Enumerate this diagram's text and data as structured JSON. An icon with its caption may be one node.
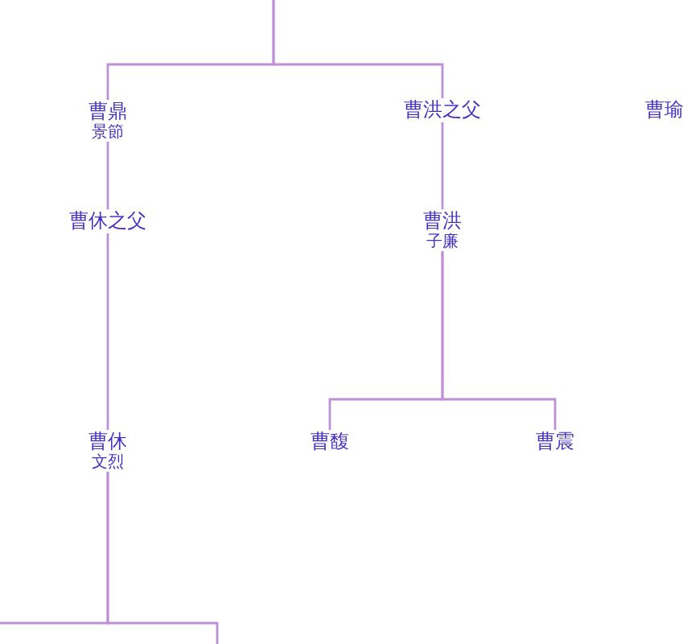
{
  "diagram": {
    "nodes": [
      {
        "text": [
          "曹鼎",
          "景節"
        ]
      },
      {
        "text": [
          "曹洪之父"
        ]
      },
      {
        "text": [
          "曹瑜"
        ]
      },
      {
        "text": [
          "曹休之父"
        ]
      },
      {
        "text": [
          "曹洪",
          "子廉"
        ]
      },
      {
        "text": [
          "曹休",
          "文烈"
        ]
      },
      {
        "text": [
          "曹馥"
        ]
      },
      {
        "text": [
          "曹震"
        ]
      }
    ],
    "edges": [
      {
        "from": null,
        "to": 0,
        "arrow": "none"
      },
      {
        "from": null,
        "to": 1,
        "arrow": "none"
      },
      {
        "from": 0,
        "to": 3,
        "arrow": "none"
      },
      {
        "from": 3,
        "to": 5,
        "arrow": "none"
      },
      {
        "from": 1,
        "to": 4,
        "arrow": "none"
      },
      {
        "from": 4,
        "to": 6,
        "arrow": "none"
      },
      {
        "from": 4,
        "to": 7,
        "arrow": "none"
      },
      {
        "from": 5,
        "to": null,
        "arrow": "none"
      },
      {
        "from": 5,
        "to": null,
        "arrow": "none"
      }
    ]
  }
}
